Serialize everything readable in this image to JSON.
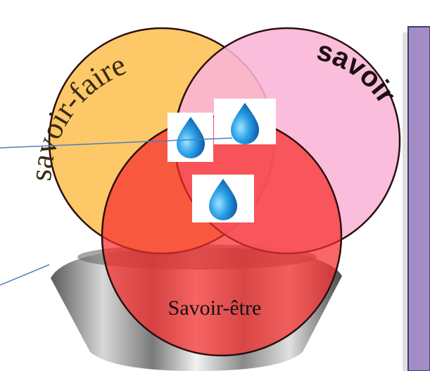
{
  "diagram": {
    "circles": [
      {
        "id": "savoir-faire",
        "label": "savoir-faire",
        "fill": "#fcc868",
        "opacity": 1
      },
      {
        "id": "savoir",
        "label": "savoir",
        "fill": "#f9b4d6",
        "opacity": 0.88
      },
      {
        "id": "savoir-etre",
        "label": "Savoir-être",
        "fill": "#f62d2d",
        "opacity": 0.72
      }
    ],
    "drops": 3,
    "colors": {
      "outline": "#2a1010",
      "panel": "#a48cc4",
      "panel_border": "#3f3f73",
      "connector": "#4f7fb8",
      "drop": "#1c83cf",
      "funnel": "#9a9a9a"
    }
  }
}
